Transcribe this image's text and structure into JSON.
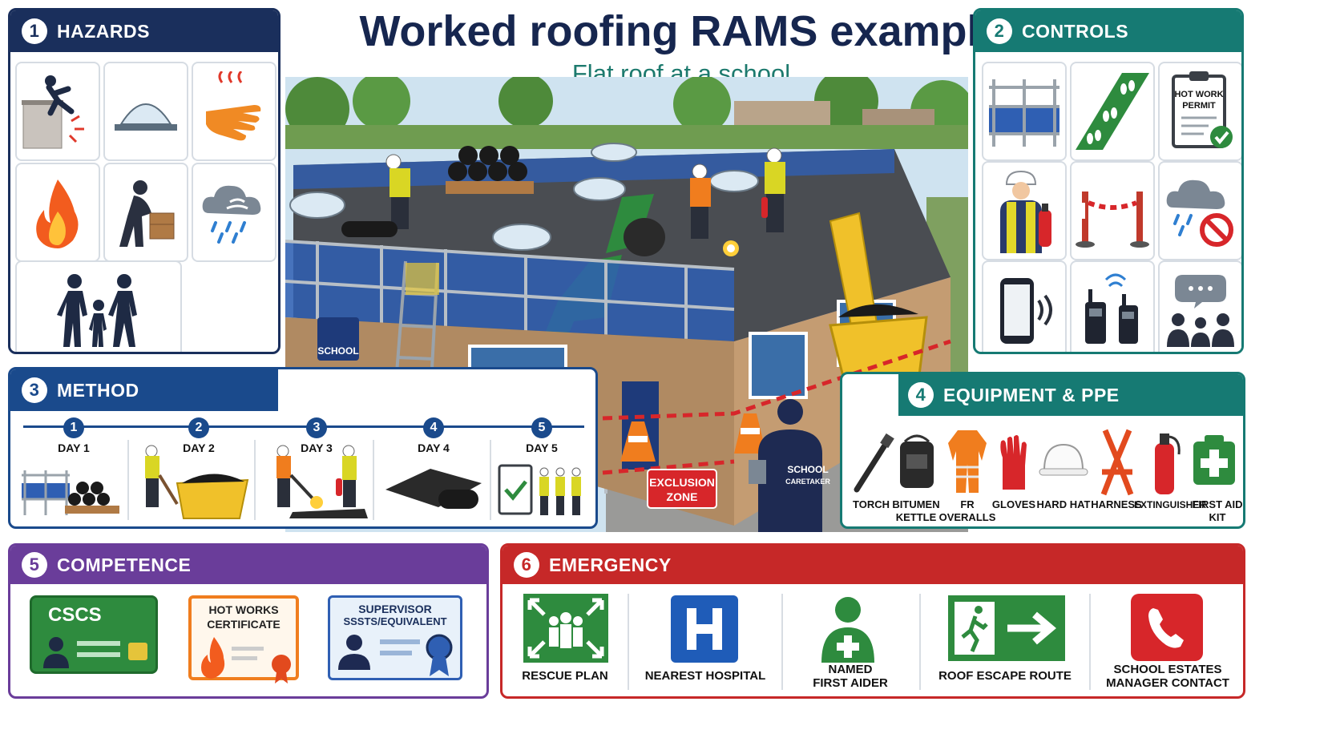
{
  "title": "Worked roofing RAMS example",
  "subtitle": "Flat roof at a school",
  "hazards": {
    "number": "1",
    "label": "HAZARDS",
    "items": [
      "fall-from-edge-icon",
      "rooflight-icon",
      "hot-hand-icon",
      "fire-icon",
      "manual-handling-icon",
      "weather-icon",
      "public-pedestrians-icon"
    ]
  },
  "controls": {
    "number": "2",
    "label": "CONTROLS",
    "permit": [
      "HOT WORK",
      "PERMIT"
    ],
    "items": [
      "edge-protection-icon",
      "walkway-icon",
      "hot-work-permit-icon",
      "fire-watch-icon",
      "barrier-icon",
      "no-bad-weather-icon",
      "mobile-phone-icon",
      "radios-icon",
      "briefing-icon"
    ]
  },
  "method": {
    "number": "3",
    "label": "METHOD",
    "steps": [
      {
        "num": "1",
        "label": "DAY 1"
      },
      {
        "num": "2",
        "label": "DAY 2"
      },
      {
        "num": "3",
        "label": "DAY 3"
      },
      {
        "num": "4",
        "label": "DAY 4"
      },
      {
        "num": "5",
        "label": "DAY 5"
      }
    ]
  },
  "equipment": {
    "number": "4",
    "label": "EQUIPMENT & PPE",
    "items": [
      {
        "l1": "TORCH",
        "l2": ""
      },
      {
        "l1": "BITUMEN",
        "l2": "KETTLE"
      },
      {
        "l1": "FR",
        "l2": "OVERALLS"
      },
      {
        "l1": "GLOVES",
        "l2": ""
      },
      {
        "l1": "HARD HAT",
        "l2": ""
      },
      {
        "l1": "HARNESS",
        "l2": ""
      },
      {
        "l1": "EXTINGUISHER",
        "l2": ""
      },
      {
        "l1": "FIRST AID",
        "l2": "KIT"
      }
    ]
  },
  "competence": {
    "number": "5",
    "label": "COMPETENCE",
    "cscs": "CSCS",
    "hotworks": [
      "HOT WORKS",
      "CERTIFICATE"
    ],
    "supervisor": [
      "SUPERVISOR",
      "SSSTS/EQUIVALENT"
    ]
  },
  "emergency": {
    "number": "6",
    "label": "EMERGENCY",
    "items": [
      {
        "l1": "RESCUE PLAN",
        "l2": ""
      },
      {
        "l1": "NEAREST HOSPITAL",
        "l2": ""
      },
      {
        "l1": "NAMED",
        "l2": "FIRST AIDER"
      },
      {
        "l1": "ROOF ESCAPE ROUTE",
        "l2": ""
      },
      {
        "l1": "SCHOOL ESTATES",
        "l2": "MANAGER CONTACT"
      }
    ]
  },
  "scene": {
    "school_sign": "SCHOOL",
    "exclusion": [
      "EXCLUSION",
      "ZONE"
    ],
    "caretaker": [
      "SCHOOL",
      "CARETAKER"
    ]
  },
  "colors": {
    "navy": "#1a2f5c",
    "teal": "#167a73",
    "method_blue": "#1a4a8c",
    "purple": "#6a3d9a",
    "red": "#c62828",
    "green": "#2e8b3e"
  }
}
